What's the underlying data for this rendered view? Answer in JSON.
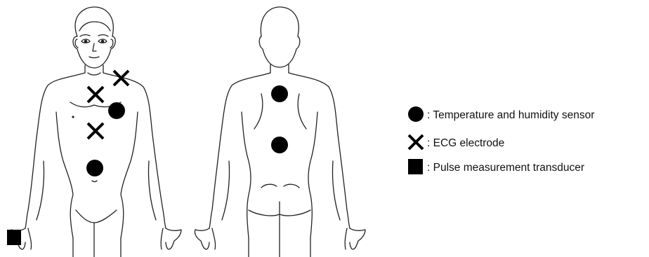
{
  "figure": {
    "legend": {
      "items": [
        {
          "symbol": "filled-circle",
          "label": ": Temperature and humidity sensor"
        },
        {
          "symbol": "cross",
          "label": ": ECG electrode"
        },
        {
          "symbol": "filled-square",
          "label": ": Pulse measurement transducer"
        }
      ]
    },
    "colors": {
      "outline": "#222222",
      "marker": "#000000",
      "background": "#ffffff"
    }
  }
}
